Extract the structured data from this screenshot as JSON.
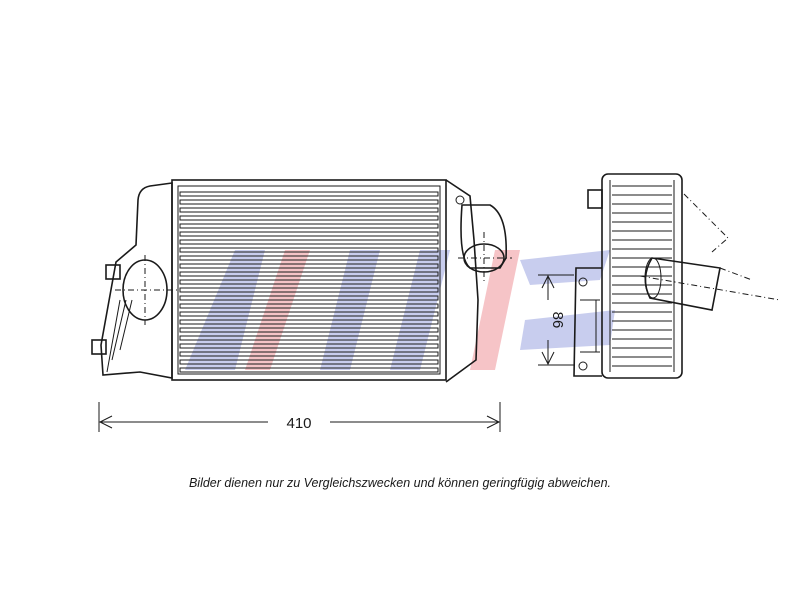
{
  "dimensions": {
    "width_label": "410",
    "height_label": "86"
  },
  "caption": "Bilder dienen nur zu Vergleichszwecken und können geringfügig abweichen.",
  "colors": {
    "line": "#1a1a1a",
    "watermark_blue": "#3d4fc4",
    "watermark_red": "#e0303a"
  }
}
